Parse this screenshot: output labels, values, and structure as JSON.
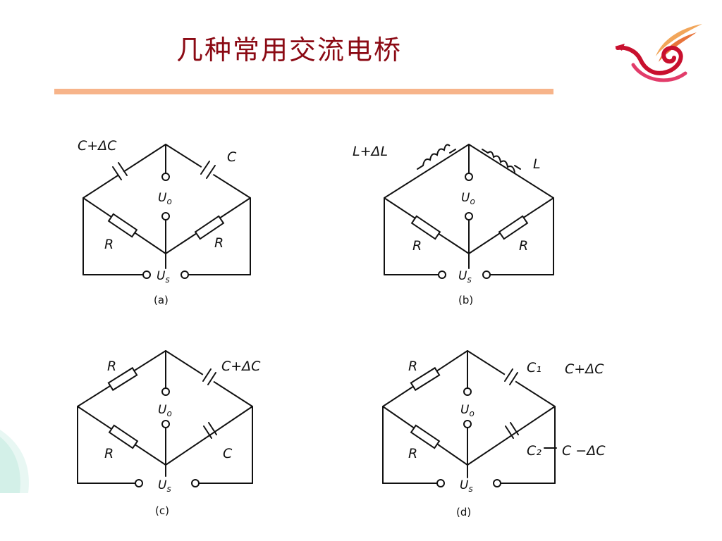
{
  "slide": {
    "title": "几种常用交流电桥",
    "accent_color": "#f7b48a",
    "title_color": "#8b0a14"
  },
  "diagrams": [
    {
      "caption": "(a)",
      "top_left_label": "C+ΔC",
      "top_right_label": "C",
      "bottom_left_label": "R",
      "bottom_right_label": "R",
      "output_label": "U",
      "output_sub": "o",
      "source_label": "U",
      "source_sub": "s"
    },
    {
      "caption": "(b)",
      "top_left_label": "L+ΔL",
      "top_right_label": "L",
      "bottom_left_label": "R",
      "bottom_right_label": "R",
      "output_label": "U",
      "output_sub": "o",
      "source_label": "U",
      "source_sub": "s"
    },
    {
      "caption": "(c)",
      "top_left_label": "R",
      "top_right_label": "C+ΔC",
      "bottom_left_label": "R",
      "bottom_right_label": "C",
      "output_label": "U",
      "output_sub": "o",
      "source_label": "U",
      "source_sub": "s"
    },
    {
      "caption": "(d)",
      "top_left_label": "R",
      "top_right_label": "C₁",
      "top_right_extra": "C+ΔC",
      "bottom_left_label": "R",
      "bottom_right_label": "C₂",
      "bottom_right_extra": "C −ΔC",
      "output_label": "U",
      "output_sub": "o",
      "source_label": "U",
      "source_sub": "s"
    }
  ]
}
